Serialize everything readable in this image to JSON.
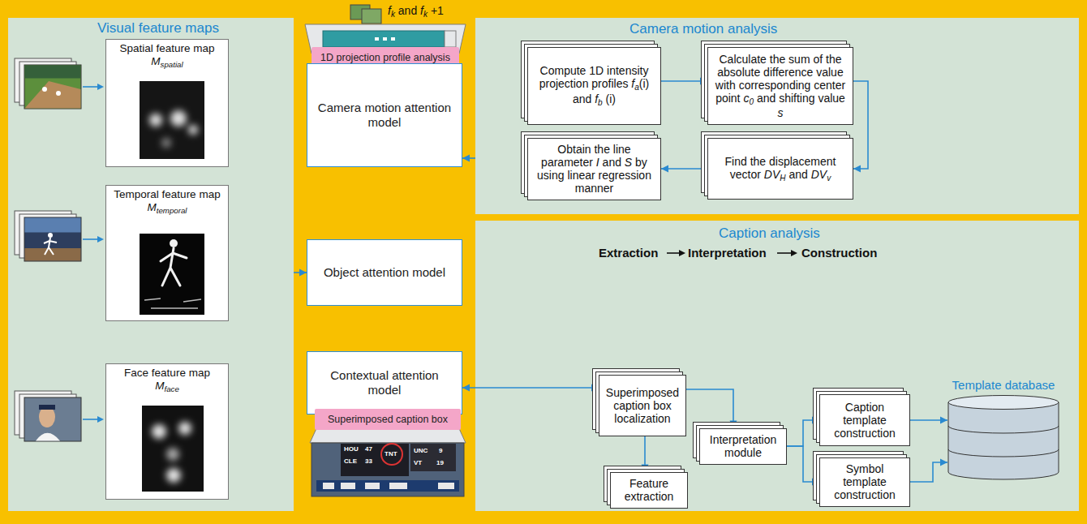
{
  "diagram": {
    "nodes": [
      {
        "text": [
          "Visual feature maps"
        ]
      },
      {
        "text": [
          "Spatial feature map",
          "M",
          "spatial"
        ],
        "in": 0
      },
      {
        "text": [
          "Temporal feature map",
          "M",
          "temporal"
        ],
        "in": 0
      },
      {
        "text": [
          "Face feature map",
          "M",
          "face"
        ],
        "in": 0
      },
      {
        "text": [
          "1D projection profile analysis"
        ]
      },
      {
        "text": [
          "Camera motion attention model"
        ]
      },
      {
        "text": [
          "Object attention model"
        ]
      },
      {
        "text": [
          "Contextual attention model"
        ]
      },
      {
        "text": [
          "Superimposed caption box"
        ]
      },
      {
        "text": [
          "Camera motion analysis"
        ]
      },
      {
        "text": [
          "Compute 1D intensity projection profiles",
          "f",
          "a",
          "(i) and",
          "f",
          "b",
          "(i)"
        ],
        "in": 9
      },
      {
        "text": [
          "Calculate the sum of the absolute difference value with corresponding center point",
          "c",
          "0",
          "and shifting value",
          "s"
        ],
        "in": 9
      },
      {
        "text": [
          "Obtain the line parameter",
          "I",
          "and",
          "S",
          "by using linear regression manner"
        ],
        "in": 9
      },
      {
        "text": [
          "Find the displacement vector",
          "DV",
          "H",
          "and",
          "DV",
          "v"
        ],
        "in": 9
      },
      {
        "text": [
          "Caption analysis"
        ]
      },
      {
        "text": [
          "Superimposed caption box localization"
        ],
        "in": 14
      },
      {
        "text": [
          "Feature extraction"
        ],
        "in": 14
      },
      {
        "text": [
          "Interpretation module"
        ],
        "in": 14
      },
      {
        "text": [
          "Caption template construction"
        ],
        "in": 14
      },
      {
        "text": [
          "Symbol template construction"
        ],
        "in": 14
      },
      {
        "text": [
          "Template database"
        ],
        "in": 14
      }
    ],
    "edges": [
      {
        "from": 9,
        "to": 5,
        "arrow": "to"
      },
      {
        "from": 0,
        "to": 6,
        "arrow": "to"
      },
      {
        "from": 7,
        "to": 15,
        "arrow": "both"
      },
      {
        "from": 10,
        "to": 11,
        "arrow": "to"
      },
      {
        "from": 11,
        "to": 13,
        "arrow": "to"
      },
      {
        "from": 13,
        "to": 12,
        "arrow": "to"
      },
      {
        "from": 15,
        "to": 17,
        "arrow": "to"
      },
      {
        "from": 15,
        "to": 16,
        "arrow": "to"
      },
      {
        "from": 17,
        "to": 18,
        "arrow": "to"
      },
      {
        "from": 17,
        "to": 19,
        "arrow": "to"
      },
      {
        "from": 18,
        "to": 20,
        "arrow": "to"
      },
      {
        "from": 19,
        "to": 20,
        "arrow": "to"
      }
    ],
    "labels": [
      "f",
      "k",
      "and",
      "f",
      "k",
      "+1",
      "Extraction",
      "Interpretation",
      "Construction",
      "HOU",
      "47",
      "CLE",
      "33",
      "TNT",
      "UNC",
      "9",
      "VT",
      "19"
    ]
  }
}
